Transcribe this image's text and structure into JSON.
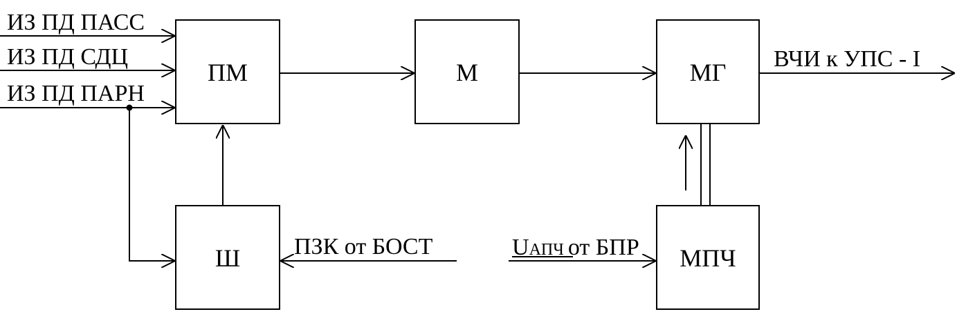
{
  "diagram": {
    "inputs": {
      "pass": "ИЗ ПД ПАСС",
      "sdc": "ИЗ ПД СДЦ",
      "parn": "ИЗ ПД ПАРН"
    },
    "blocks": {
      "pm": "ПМ",
      "m": "М",
      "mg": "МГ",
      "sh": "Ш",
      "mpch": "МПЧ"
    },
    "labels": {
      "output": "ВЧИ к УПС - I",
      "pzk": "ПЗК от БОСТ",
      "u_main": "U",
      "u_sub": "АПЧ",
      "u_rest": "от БПР"
    }
  }
}
